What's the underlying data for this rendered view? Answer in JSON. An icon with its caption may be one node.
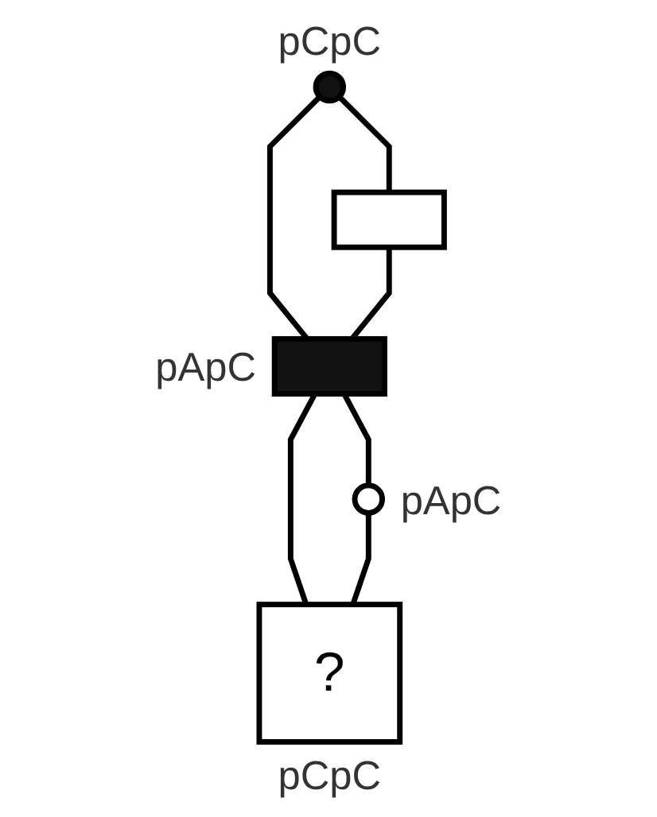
{
  "diagram": {
    "nodes": [
      {
        "text": [],
        "shape": "circle",
        "beside": [
          "pCpC"
        ]
      },
      {
        "text": [],
        "shape": "box"
      },
      {
        "text": [],
        "shape": "box",
        "beside": [
          "pApC"
        ]
      },
      {
        "text": [],
        "shape": "circle",
        "beside": [
          "pApC"
        ]
      },
      {
        "text": [
          "?"
        ],
        "beside": [
          "pCpC"
        ]
      }
    ],
    "edges": [
      {
        "from": 0,
        "to": 1,
        "arrow": "none"
      },
      {
        "from": 0,
        "to": 2,
        "arrow": "none"
      },
      {
        "from": 1,
        "to": 2,
        "arrow": "none"
      },
      {
        "from": 2,
        "to": 3,
        "arrow": "none"
      },
      {
        "from": 2,
        "to": 4,
        "arrow": "none"
      },
      {
        "from": 3,
        "to": 4,
        "arrow": "none"
      }
    ]
  }
}
